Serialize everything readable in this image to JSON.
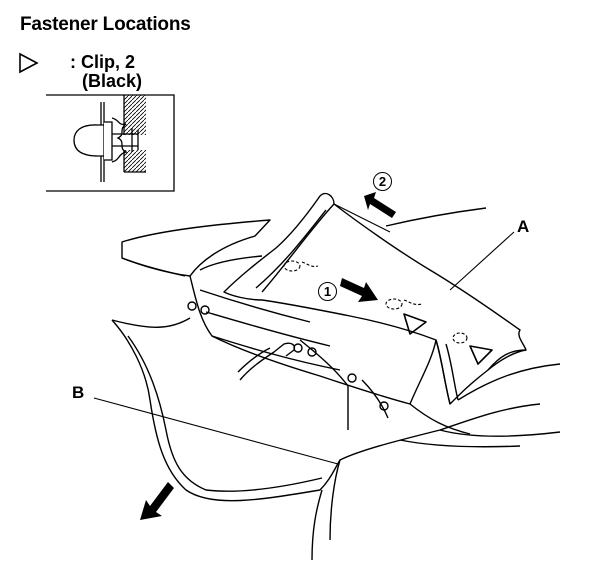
{
  "header": {
    "title": "Fastener Locations"
  },
  "legend": {
    "symbol_icon": "triangle-outline-icon",
    "line1": ": Clip, 2",
    "line2": "(Black)"
  },
  "callouts": {
    "a": "A",
    "b": "B"
  },
  "steps": {
    "one": "1",
    "two": "2"
  },
  "colors": {
    "ink": "#000000",
    "paper": "#ffffff"
  }
}
